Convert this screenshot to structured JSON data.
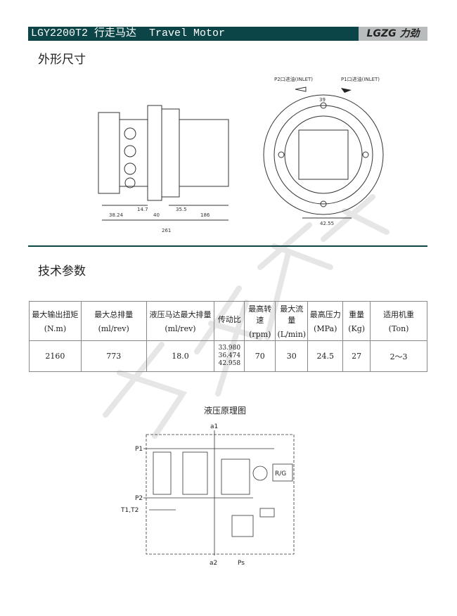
{
  "header": {
    "title": "LGY2200T2 行走马达  Travel Motor",
    "logo": "LGZG 力劲"
  },
  "sections": {
    "dimensions": "外形尺寸",
    "specs": "技术参数",
    "schematic": "液压原理图"
  },
  "drawing": {
    "inlet_p2": "P2口进油(INLET)",
    "inlet_p1": "P1口进油(INLET)",
    "dim_total": "261",
    "dim_a": "38.24",
    "dim_b": "40",
    "dim_c": "186",
    "dim_d": "14.7",
    "dim_e": "35.5",
    "dim_f": "42.55",
    "dim_g": "39"
  },
  "table": {
    "headers": [
      {
        "name": "最大输出扭矩",
        "unit": "(N.m)"
      },
      {
        "name": "最大总排量",
        "unit": "(ml/rev)"
      },
      {
        "name": "液压马达最大排量",
        "unit": "(ml/rev)"
      },
      {
        "name": "传动比",
        "unit": ""
      },
      {
        "name": "最高转速",
        "unit": "(rpm)"
      },
      {
        "name": "最大流量",
        "unit": "(L/min)"
      },
      {
        "name": "最高压力",
        "unit": "(MPa)"
      },
      {
        "name": "重量",
        "unit": "(Kg)"
      },
      {
        "name": "适用机重",
        "unit": "(Ton)"
      }
    ],
    "values": [
      "2160",
      "773",
      "18.0",
      "33.980\n36.474\n42.958",
      "70",
      "30",
      "24.5",
      "27",
      "2～3"
    ]
  },
  "schematic": {
    "a1": "a1",
    "a2": "a2",
    "p1": "P1",
    "p2": "P2",
    "t": "T1,T2",
    "ps": "Ps",
    "rg": "R/G"
  },
  "watermark": "力劲重工"
}
